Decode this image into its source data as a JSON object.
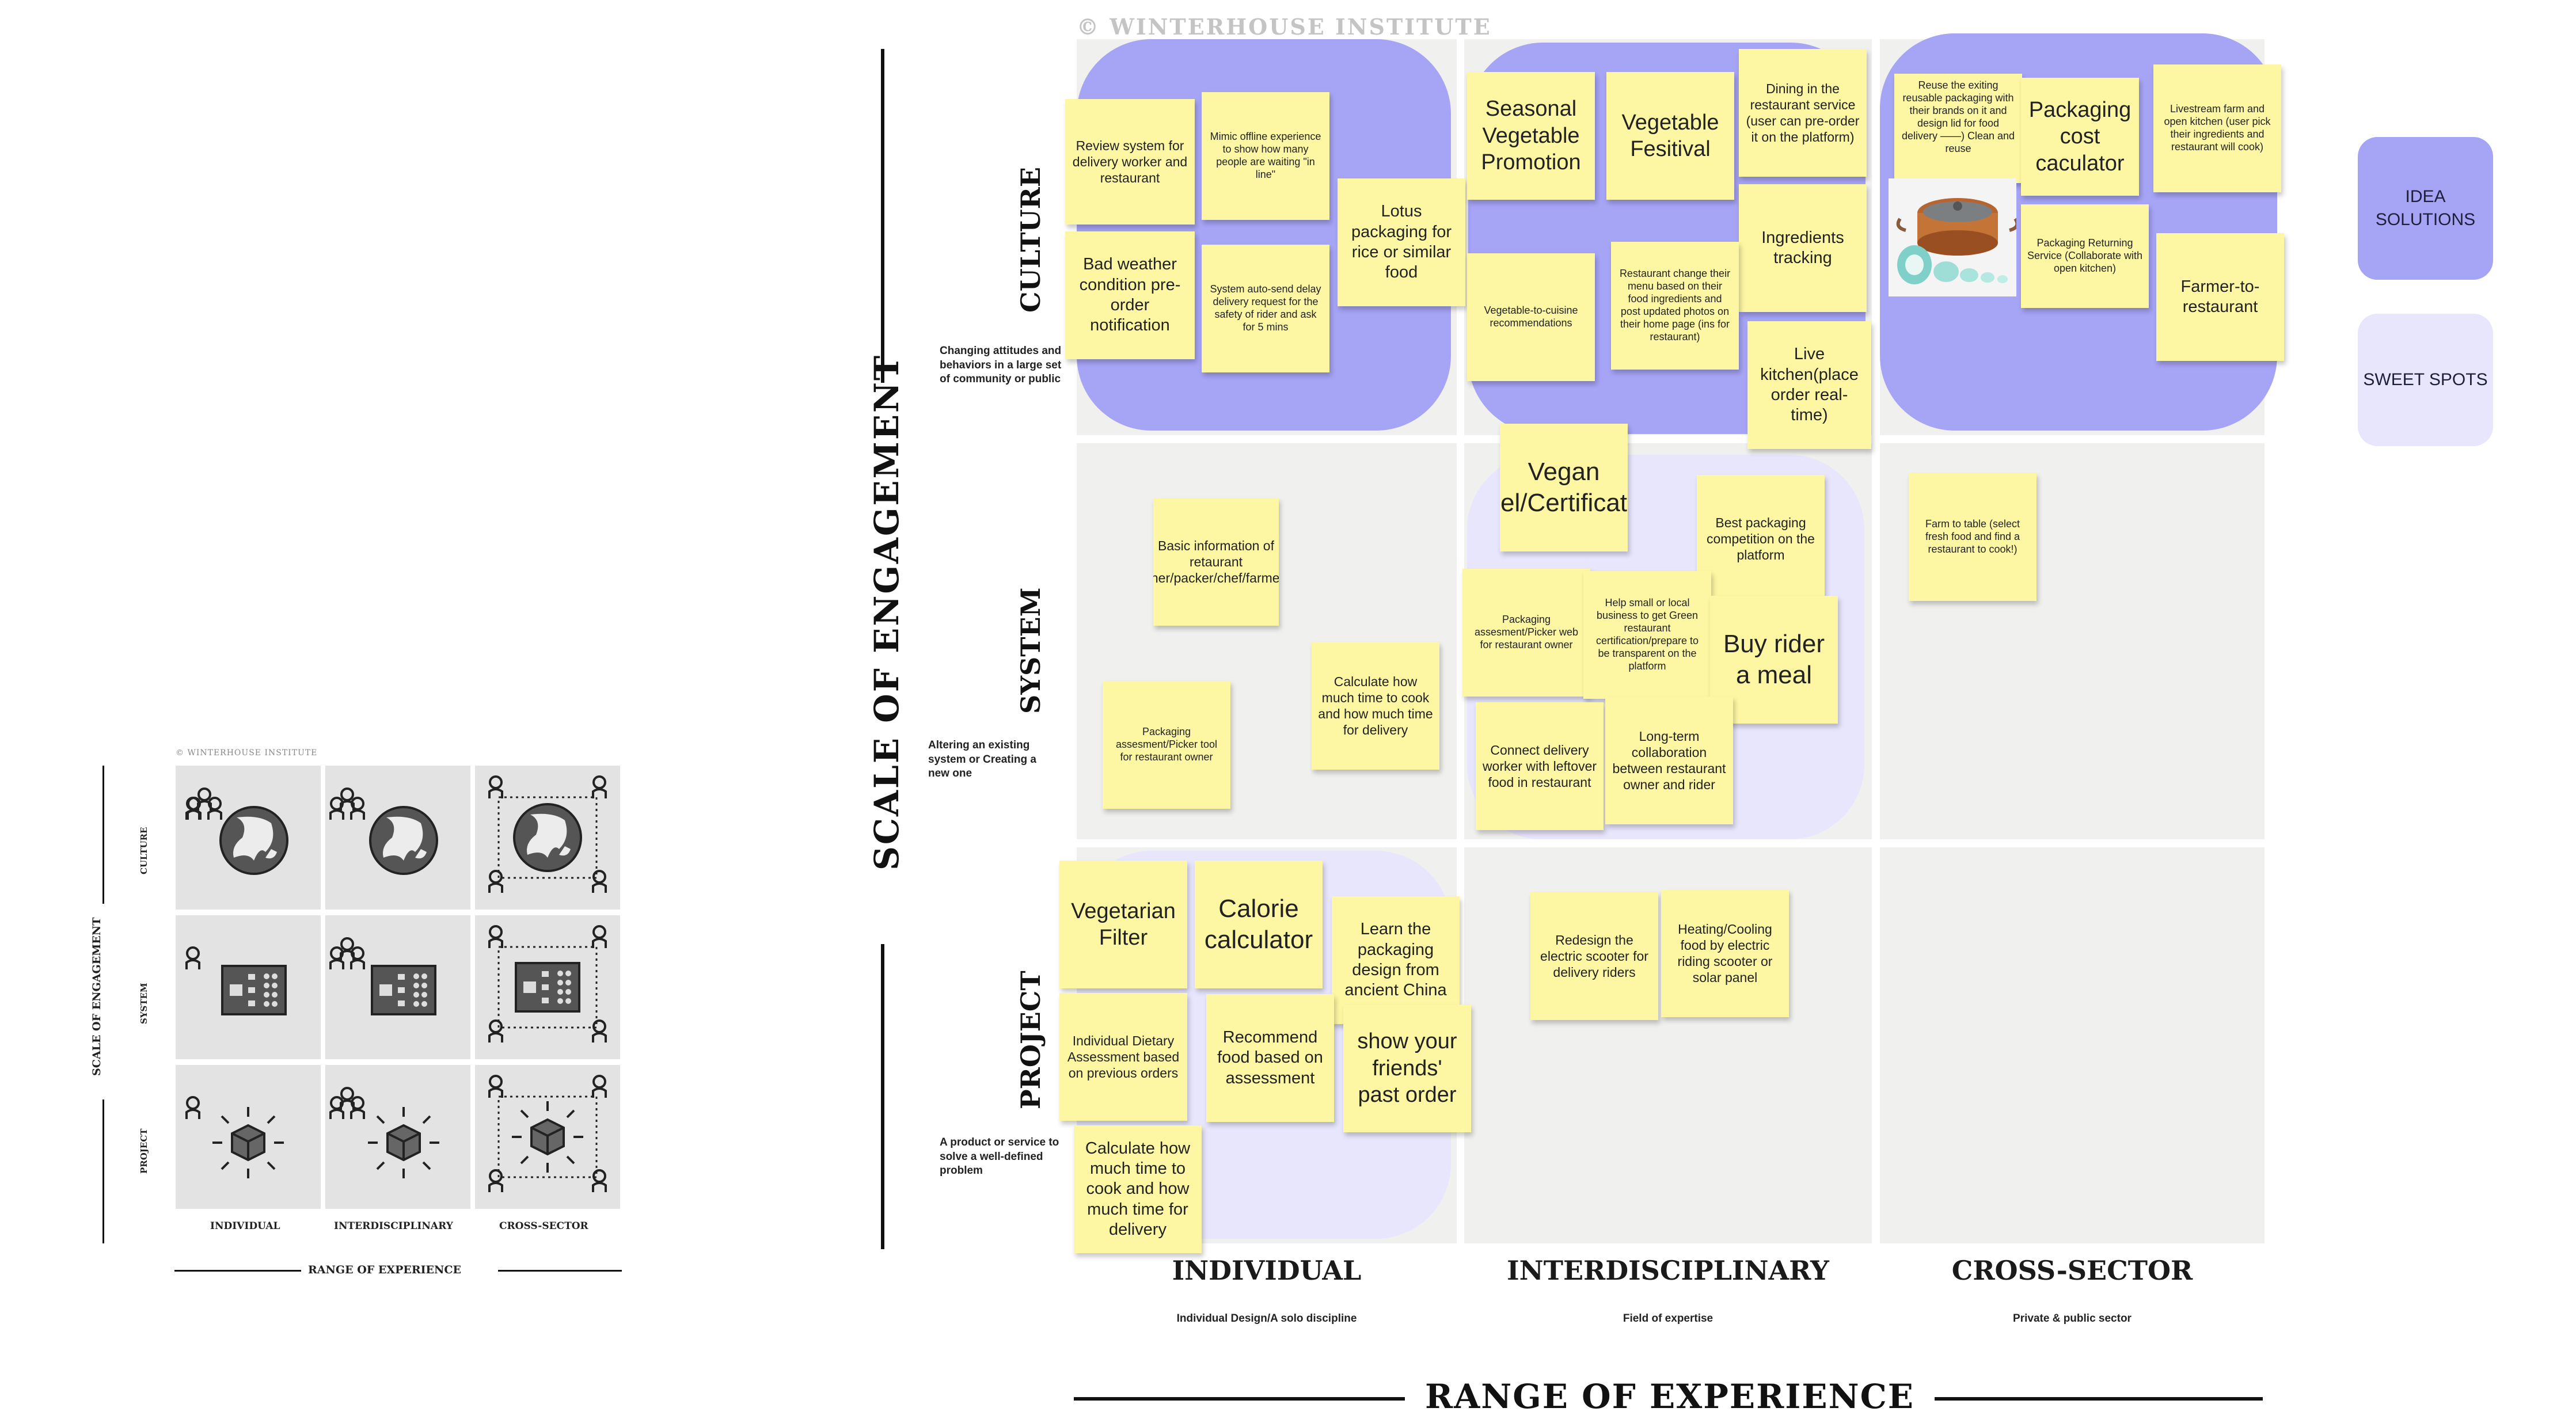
{
  "copyright": "© WINTERHOUSE INSTITUTE",
  "y_axis_title": "SCALE OF ENGAGEMENT",
  "x_axis_title": "RANGE OF EXPERIENCE",
  "rows": [
    {
      "label": "CULTURE",
      "description": "Changing attitudes and behaviors in a large set of community or public"
    },
    {
      "label": "SYSTEM",
      "description": "Altering an existing system or Creating a new one"
    },
    {
      "label": "PROJECT",
      "description": "A product or service to solve a well-defined problem"
    }
  ],
  "columns": [
    {
      "label": "INDIVIDUAL",
      "description": "Individual Design/A solo discipline"
    },
    {
      "label": "INTERDISCIPLINARY",
      "description": "Field of expertise"
    },
    {
      "label": "CROSS-SECTOR",
      "description": "Private & public sector"
    }
  ],
  "legend": {
    "idea_solutions": "IDEA SOLUTIONS",
    "sweet_spots": "SWEET SPOTS",
    "idea_color": "#a6a4f5",
    "sweet_color": "#e8e6fd"
  },
  "notes": [
    "Review system for delivery worker and restaurant",
    "Mimic offline experience to show how many people are waiting \"in line\"",
    "Lotus packaging for rice or similar food",
    "Bad weather condition pre-order notification",
    "System auto-send delay delivery request for the safety of rider and ask for 5 mins",
    "Seasonal Vegetable Promotion",
    "Vegetable Fesitival",
    "Dining in the restaurant service (user can pre-order it on the platform)",
    "Ingredients tracking",
    "Vegetable-to-cuisine recommendations",
    "Restaurant change their menu based on their food ingredients and post updated photos on their home page (ins for restaurant)",
    "Live kitchen(place order real-time)",
    "Reuse the exiting reusable packaging with their brands on it and design lid for food delivery ——) Clean and reuse",
    "Packaging cost caculator",
    "Livestream farm and open kitchen (user pick their ingredients and restaurant will cook)",
    "Packaging Returning Service (Collaborate with open kitchen)",
    "Farmer-to-restaurant",
    "Basic information of retaurant owner/packer/chef/farmer....",
    "Packaging assesment/Picker tool for restaurant owner",
    "Calculate how much time to cook and how much time for delivery",
    "Vegan label/Certification",
    "Best packaging competition on the platform",
    "Packaging assesment/Picker web for restaurant owner",
    "Help small or local business to get Green restaurant certification/prepare to be transparent on the platform",
    "Buy rider a meal",
    "Connect delivery worker with leftover food in restaurant",
    "Long-term collaboration between restaurant owner and rider",
    "Farm to table (select fresh food and find a restaurant to cook!)",
    "Vegetarian Filter",
    "Calorie calculator",
    "Learn the packaging design from ancient China",
    "Individual Dietary Assessment based on previous orders",
    "Recommend food based on assessment",
    "show your friends' past order",
    "Calculate how much time to cook and how much time for delivery",
    "Redesign the electric scooter for delivery riders",
    "Heating/Cooling food by electric riding scooter or solar panel"
  ],
  "mini": {
    "copyright": "© WINTERHOUSE INSTITUTE",
    "y_axis_title": "SCALE OF ENGAGEMENT",
    "x_axis_title": "RANGE OF EXPERIENCE",
    "rows": [
      "CULTURE",
      "SYSTEM",
      "PROJECT"
    ],
    "columns": [
      "INDIVIDUAL",
      "INTERDISCIPLINARY",
      "CROSS-SECTOR"
    ]
  }
}
